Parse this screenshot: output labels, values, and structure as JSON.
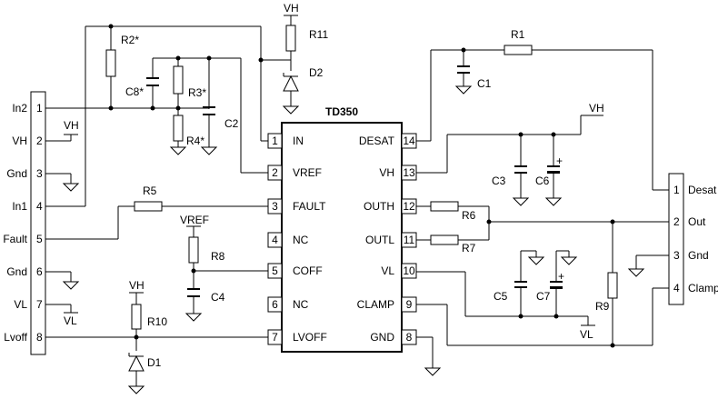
{
  "ic": {
    "name": "TD350"
  },
  "left_connector": {
    "pins": [
      {
        "num": "1",
        "label": "In2"
      },
      {
        "num": "2",
        "label": "VH"
      },
      {
        "num": "3",
        "label": "Gnd"
      },
      {
        "num": "4",
        "label": "In1"
      },
      {
        "num": "5",
        "label": "Fault"
      },
      {
        "num": "6",
        "label": "Gnd"
      },
      {
        "num": "7",
        "label": "VL"
      },
      {
        "num": "8",
        "label": "Lvoff"
      }
    ]
  },
  "right_connector": {
    "pins": [
      {
        "num": "1",
        "label": "Desat"
      },
      {
        "num": "2",
        "label": "Out"
      },
      {
        "num": "3",
        "label": "Gnd"
      },
      {
        "num": "4",
        "label": "Clamp"
      }
    ]
  },
  "ic_left_pins": [
    {
      "num": "1",
      "label": "IN"
    },
    {
      "num": "2",
      "label": "VREF"
    },
    {
      "num": "3",
      "label": "FAULT"
    },
    {
      "num": "4",
      "label": "NC"
    },
    {
      "num": "5",
      "label": "COFF"
    },
    {
      "num": "6",
      "label": "NC"
    },
    {
      "num": "7",
      "label": "LVOFF"
    }
  ],
  "ic_right_pins": [
    {
      "num": "14",
      "label": "DESAT"
    },
    {
      "num": "13",
      "label": "VH"
    },
    {
      "num": "12",
      "label": "OUTH"
    },
    {
      "num": "11",
      "label": "OUTL"
    },
    {
      "num": "10",
      "label": "VL"
    },
    {
      "num": "9",
      "label": "CLAMP"
    },
    {
      "num": "8",
      "label": "GND"
    }
  ],
  "components": {
    "R1": "R1",
    "R2": "R2*",
    "R3": "R3*",
    "R4": "R4*",
    "R5": "R5",
    "R6": "R6",
    "R7": "R7",
    "R8": "R8",
    "R9": "R9",
    "R10": "R10",
    "R11": "R11",
    "C1": "C1",
    "C2": "C2",
    "C3": "C3",
    "C4": "C4",
    "C5": "C5",
    "C6": "C6",
    "C7": "C7",
    "C8": "C8*",
    "D1": "D1",
    "D2": "D2"
  },
  "nets": {
    "vh": "VH",
    "vl": "VL",
    "vref": "VREF",
    "plus": "+"
  }
}
